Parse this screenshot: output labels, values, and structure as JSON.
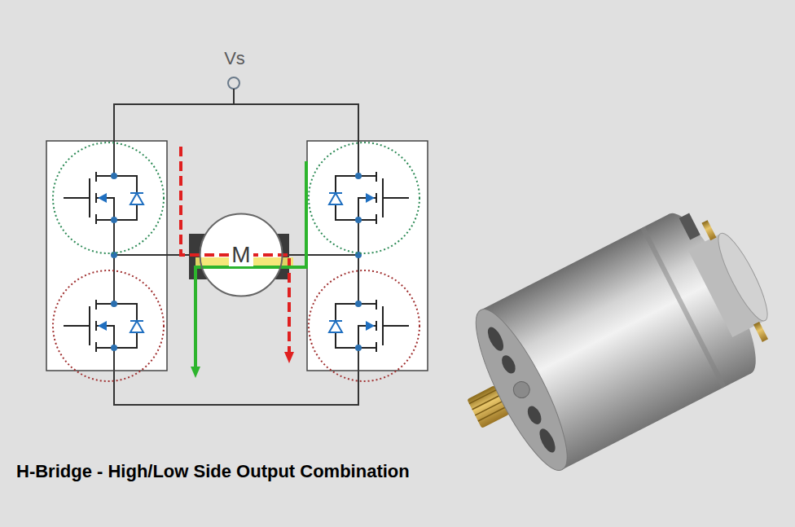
{
  "diagram": {
    "caption": "H-Bridge - High/Low Side Output Combination",
    "nodes": [
      {
        "text": [
          "M"
        ]
      }
    ],
    "labels": [
      "Vs"
    ]
  }
}
